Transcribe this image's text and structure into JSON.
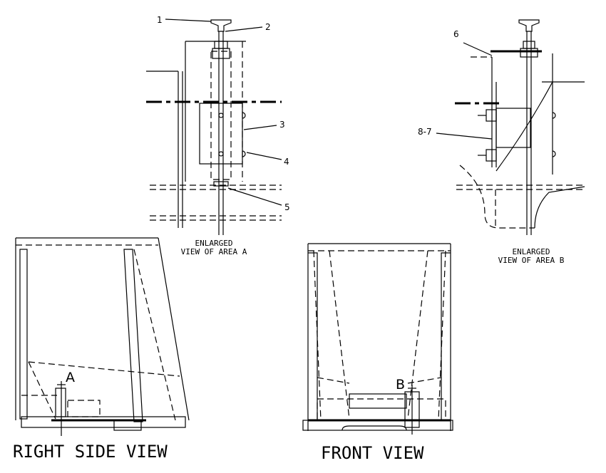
{
  "callouts": [
    "1",
    "2",
    "3",
    "4",
    "5",
    "6",
    "8-7"
  ],
  "captions": {
    "enlarged_a_line1": "ENLARGED",
    "enlarged_a_line2": "VIEW OF AREA A",
    "enlarged_b_line1": "ENLARGED",
    "enlarged_b_line2": "VIEW OF AREA B",
    "right_side_view": "RIGHT SIDE VIEW",
    "front_view": "FRONT VIEW"
  },
  "area_markers": {
    "a": "A",
    "b": "B"
  }
}
